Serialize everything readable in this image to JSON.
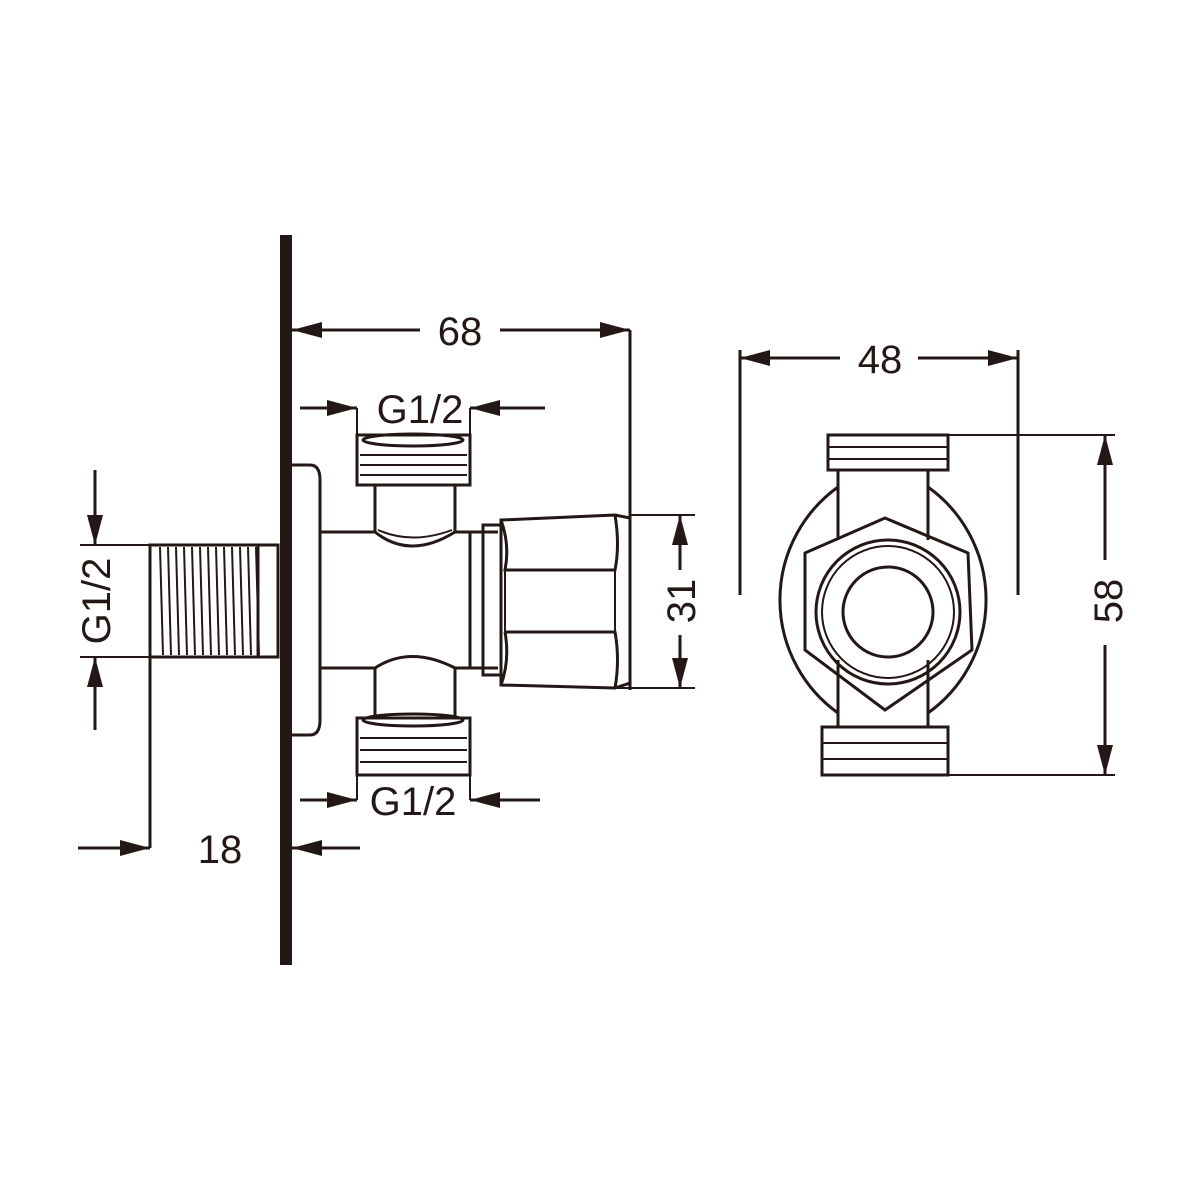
{
  "drawing": {
    "side_view": {
      "length_label": "68",
      "top_outlet_label": "G1/2",
      "bottom_outlet_label": "G1/2",
      "inlet_label": "G1/2",
      "inlet_length_label": "18",
      "nut_height_label": "31"
    },
    "front_view": {
      "width_label": "48",
      "height_label": "58"
    },
    "line_color": "#231815"
  }
}
